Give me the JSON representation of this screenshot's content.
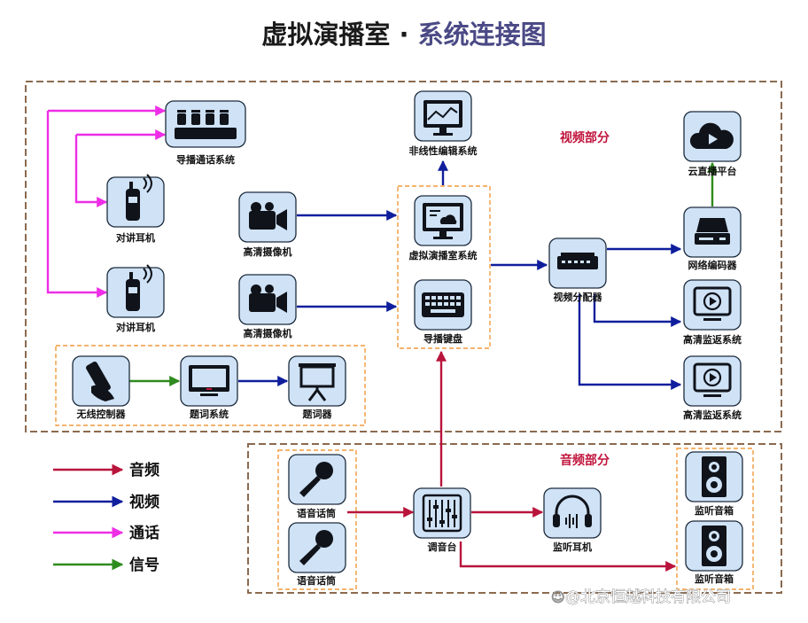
{
  "title": {
    "main": "虚拟演播室 · ",
    "sub": "系统连接图"
  },
  "sections": {
    "video": "视频部分",
    "audio": "音频部分"
  },
  "nodes": {
    "guide_intercom": "导播通话系统",
    "walkie1": "对讲耳机",
    "walkie2": "对讲耳机",
    "camera1": "高清摄像机",
    "camera2": "高清摄像机",
    "nle": "非线性编辑系统",
    "studio": "虚拟演播室系统",
    "keyboard": "导播键盘",
    "distributor": "视频分配器",
    "cloud": "云直播平台",
    "encoder": "网络编码器",
    "monitor1": "高清监返系统",
    "monitor2": "高清监返系统",
    "remote": "无线控制器",
    "prompt_sys": "题词系统",
    "prompter": "题词器",
    "mic1": "语音话筒",
    "mic2": "语音话筒",
    "mixer": "调音台",
    "headphones": "监听耳机",
    "speaker1": "监听音箱",
    "speaker2": "监听音箱"
  },
  "legend": [
    {
      "label": "音频",
      "color": "#b8143c"
    },
    {
      "label": "视频",
      "color": "#0f1e9c"
    },
    {
      "label": "通话",
      "color": "#ee2ee6"
    },
    {
      "label": "信号",
      "color": "#2e8b1e"
    }
  ],
  "colors": {
    "audio": "#b8143c",
    "video": "#0f1e9c",
    "call": "#ee2ee6",
    "signal": "#2e8b1e",
    "frame": "#8b6a4f",
    "group": "#f29a3b",
    "node_fill": "#cfe2f6"
  },
  "watermark": "@北京恒越科技有限公司"
}
